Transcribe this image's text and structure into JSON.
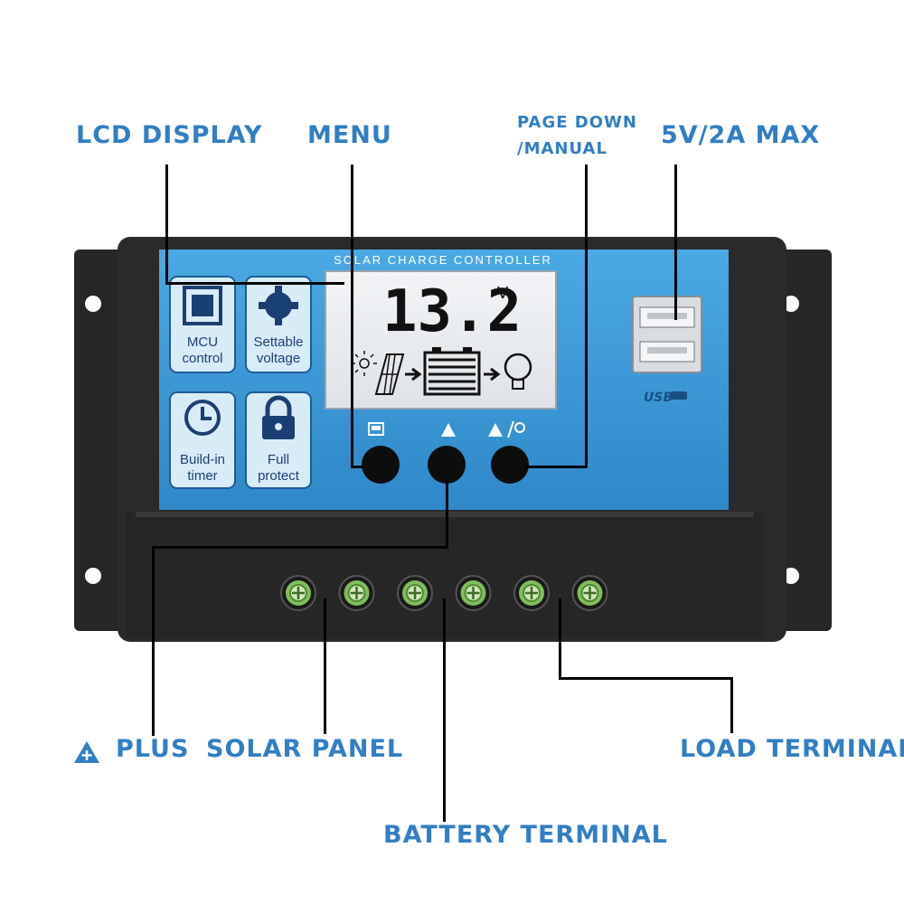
{
  "callouts": {
    "lcd_display": "LCD DISPLAY",
    "menu": "MENU",
    "page_down_line1": "PAGE DOWN",
    "page_down_line2": "/MANUAL",
    "usb_max": "5V/2A MAX",
    "plus": "PLUS",
    "solar_panel": "SOLAR PANEL",
    "battery_terminal": "BATTERY TERMINAL",
    "load_terminal": "LOAD TERMINAL"
  },
  "device": {
    "title": "SOLAR CHARGE CONTROLLER",
    "lcd": {
      "voltage": "13.2",
      "unit": "V"
    },
    "features": [
      {
        "icon": "chip-icon",
        "line1": "MCU",
        "line2": "control"
      },
      {
        "icon": "gear-icon",
        "line1": "Settable",
        "line2": "voltage"
      },
      {
        "icon": "clock-icon",
        "line1": "Build-in",
        "line2": "timer"
      },
      {
        "icon": "lock-icon",
        "line1": "Full",
        "line2": "protect"
      }
    ],
    "usb_label": "USB",
    "terminal_count": 6
  },
  "colors": {
    "callout": "#2f7fc4",
    "panel_blue": "#3d9fdc",
    "housing": "#2b2b2b",
    "lcd_bg": "#e9ecef",
    "terminal_green": "#7fbf5a"
  }
}
